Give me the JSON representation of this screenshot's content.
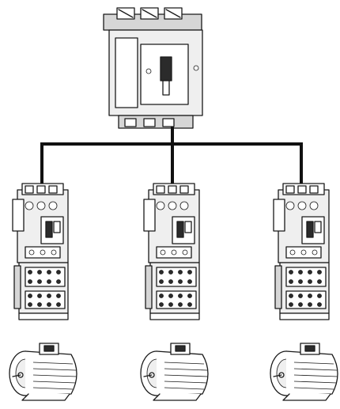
{
  "diagram": {
    "components": {
      "breaker": "moulded-case-circuit-breaker",
      "starter": "motor-starter",
      "motor": "electric-motor"
    },
    "starter_count": 3,
    "motor_count": 3,
    "colors": {
      "line": "#1a1a1a",
      "wire": "#111111",
      "fill_light": "#efefef",
      "fill_mid": "#d6d6d6",
      "background": "#ffffff"
    }
  }
}
